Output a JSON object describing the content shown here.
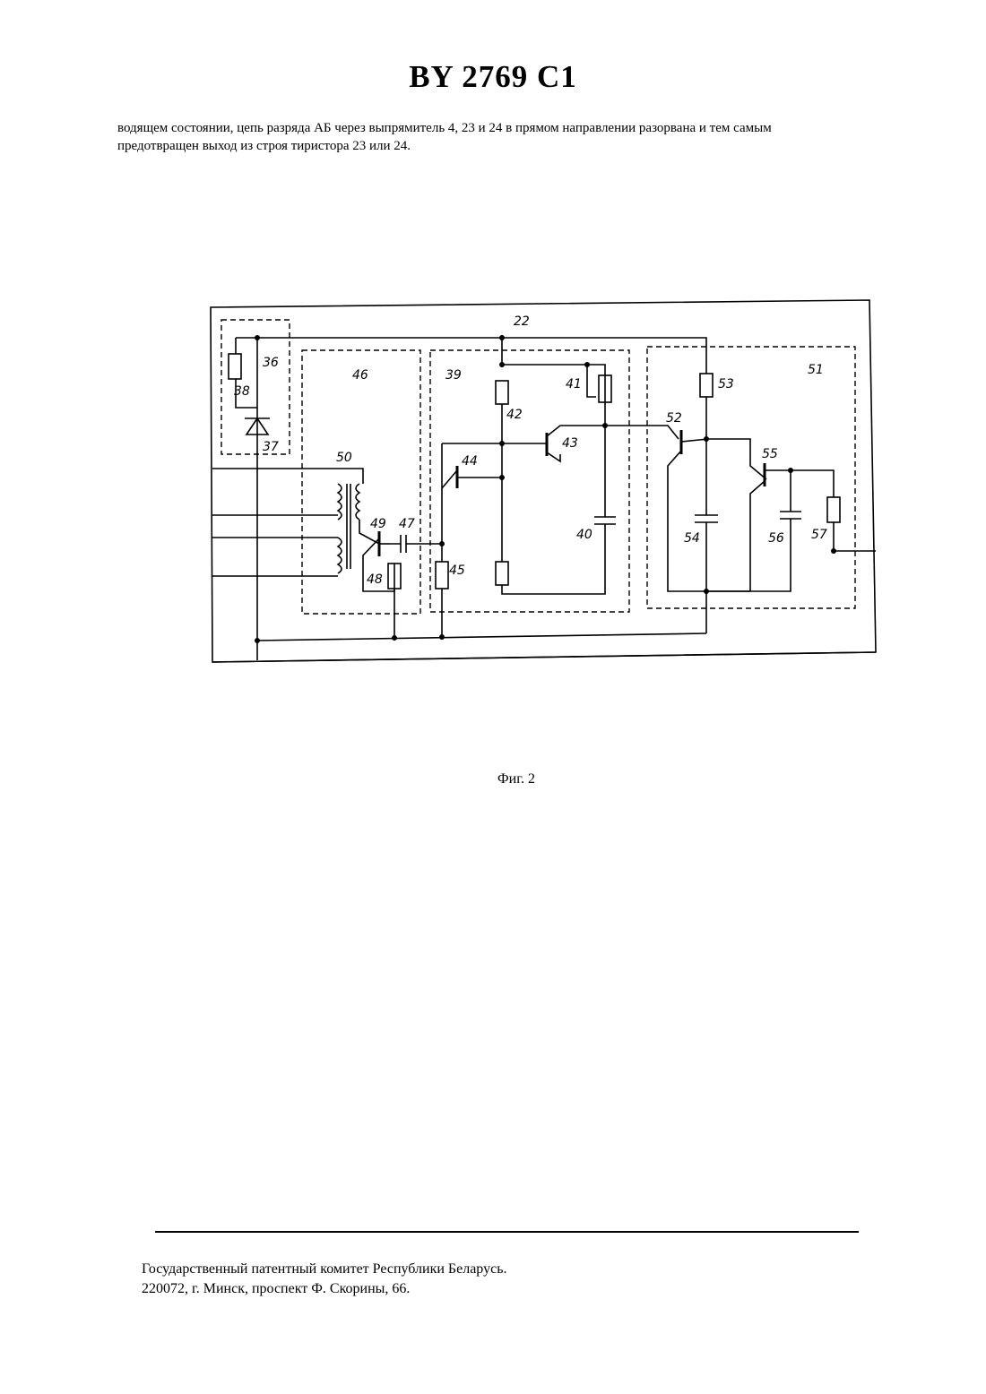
{
  "header": {
    "patent_number": "BY 2769 C1"
  },
  "body_text": [
    "водящем состоянии, цепь разряда АБ через выпрямитель 4, 23 и 24 в прямом направлении разорвана и тем самым",
    "предотвращен выход из строя тиристора 23 или 24."
  ],
  "figure": {
    "caption": "Фиг. 2",
    "reference_labels": [
      "22",
      "36",
      "38",
      "37",
      "46",
      "39",
      "41",
      "42",
      "43",
      "44",
      "50",
      "49",
      "47",
      "48",
      "45",
      "40",
      "52",
      "53",
      "51",
      "55",
      "54",
      "56",
      "57"
    ]
  },
  "footer": {
    "line1": "Государственный патентный комитет Республики Беларусь.",
    "line2": "220072, г. Минск, проспект Ф. Скорины, 66."
  }
}
